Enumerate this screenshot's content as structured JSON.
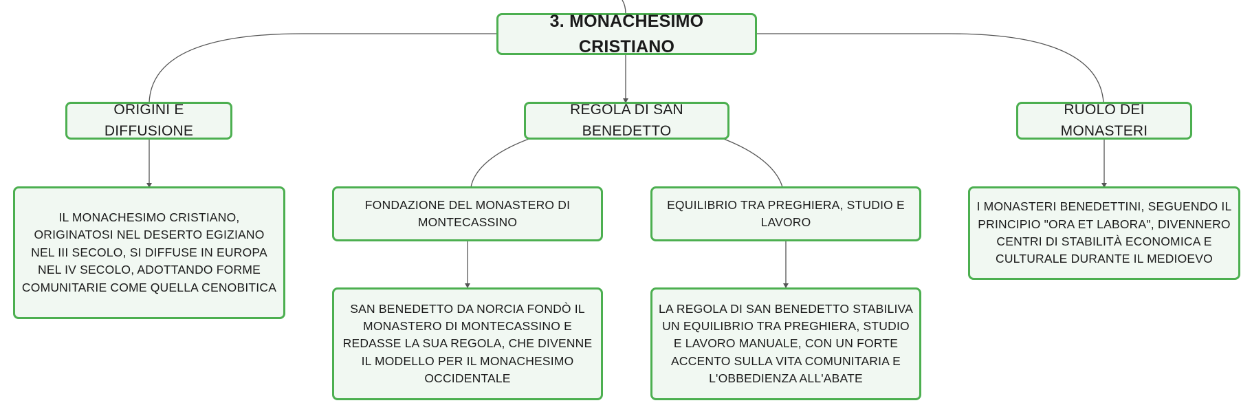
{
  "root": {
    "label": "3. MONACHESIMO CRISTIANO"
  },
  "branches": [
    {
      "label": "ORIGINI E DIFFUSIONE",
      "children": [
        {
          "text": "IL MONACHESIMO CRISTIANO, ORIGINATOSI NEL DESERTO EGIZIANO NEL III SECOLO, SI DIFFUSE IN EUROPA NEL IV SECOLO, ADOTTANDO FORME COMUNITARIE COME QUELLA CENOBITICA"
        }
      ]
    },
    {
      "label": "REGOLA DI SAN BENEDETTO",
      "children": [
        {
          "text": "FONDAZIONE DEL MONASTERO DI MONTECASSINO",
          "detail": "SAN BENEDETTO DA NORCIA FONDÒ IL MONASTERO DI MONTECASSINO E REDASSE LA SUA REGOLA, CHE DIVENNE IL MODELLO PER IL MONACHESIMO OCCIDENTALE"
        },
        {
          "text": "EQUILIBRIO TRA PREGHIERA, STUDIO E LAVORO",
          "detail": "LA REGOLA DI SAN BENEDETTO STABILIVA UN EQUILIBRIO TRA PREGHIERA, STUDIO E LAVORO MANUALE, CON UN FORTE ACCENTO SULLA VITA COMUNITARIA E L'OBBEDIENZA ALL'ABATE"
        }
      ]
    },
    {
      "label": "RUOLO DEI MONASTERI",
      "children": [
        {
          "text": "I MONASTERI BENEDETTINI, SEGUENDO IL PRINCIPIO \"ORA ET LABORA\", DIVENNERO CENTRI DI STABILITÀ ECONOMICA E CULTURALE DURANTE IL MEDIOEVO"
        }
      ]
    }
  ],
  "colors": {
    "node_border": "#4caf50",
    "node_fill": "#f1f8f2",
    "connector": "#555555"
  }
}
